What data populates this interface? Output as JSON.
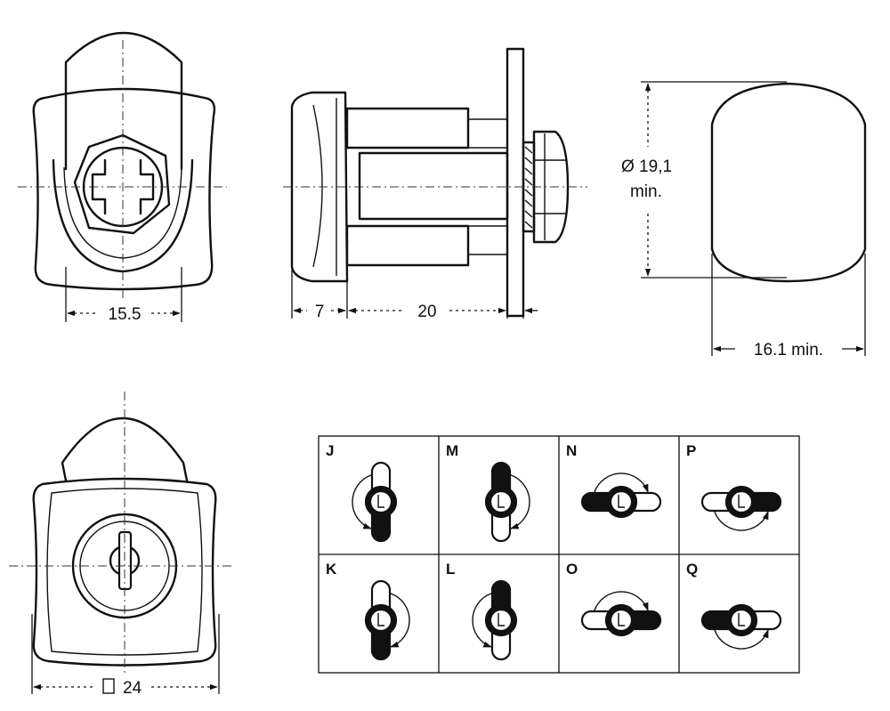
{
  "dimensions": {
    "front_width": "15.5",
    "head_depth": "7",
    "body_length": "20",
    "cutout_diameter": "Ø 19,1",
    "cutout_diameter_suffix": "min.",
    "cutout_flat": "16.1 min.",
    "face_size": "24"
  },
  "cam_positions": {
    "columns": 4,
    "rows": 2,
    "items": [
      {
        "label": "J",
        "cam": "vertical",
        "black_end": "bottom",
        "rotation": "counter-clockwise",
        "arc_side": "left"
      },
      {
        "label": "M",
        "cam": "vertical",
        "black_end": "top",
        "rotation": "clockwise",
        "arc_side": "right"
      },
      {
        "label": "N",
        "cam": "horizontal",
        "black_end": "left",
        "rotation": "clockwise",
        "arc_side": "top"
      },
      {
        "label": "P",
        "cam": "horizontal",
        "black_end": "right",
        "rotation": "counter-clockwise",
        "arc_side": "bottom"
      },
      {
        "label": "K",
        "cam": "vertical",
        "black_end": "bottom",
        "rotation": "clockwise",
        "arc_side": "right"
      },
      {
        "label": "L",
        "cam": "vertical",
        "black_end": "top",
        "rotation": "counter-clockwise",
        "arc_side": "left"
      },
      {
        "label": "O",
        "cam": "horizontal",
        "black_end": "right",
        "rotation": "clockwise",
        "arc_side": "top"
      },
      {
        "label": "Q",
        "cam": "horizontal",
        "black_end": "left",
        "rotation": "counter-clockwise",
        "arc_side": "bottom"
      }
    ]
  }
}
